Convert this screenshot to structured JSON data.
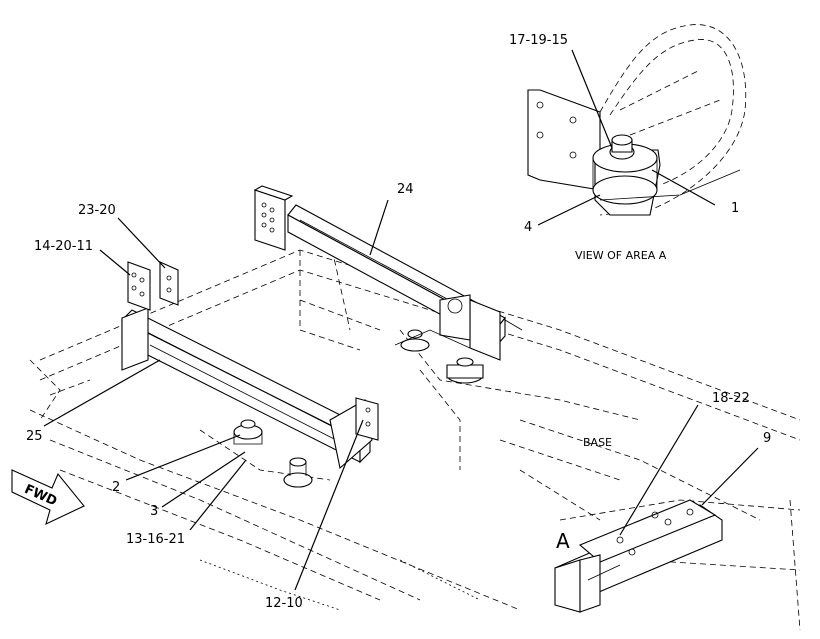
{
  "labels": {
    "l_17_19_15": "17-19-15",
    "l_1": "1",
    "l_4": "4",
    "view_caption": "VIEW OF AREA  A",
    "l_24": "24",
    "l_23_20": "23-20",
    "l_14_20_11": "14-20-11",
    "l_25": "25",
    "l_2": "2",
    "l_3": "3",
    "l_13_16_21": "13-16-21",
    "l_12_10": "12-10",
    "l_18_22": "18-22",
    "l_9": "9",
    "base": "BASE",
    "area_a": "A",
    "fwd": "FWD"
  }
}
